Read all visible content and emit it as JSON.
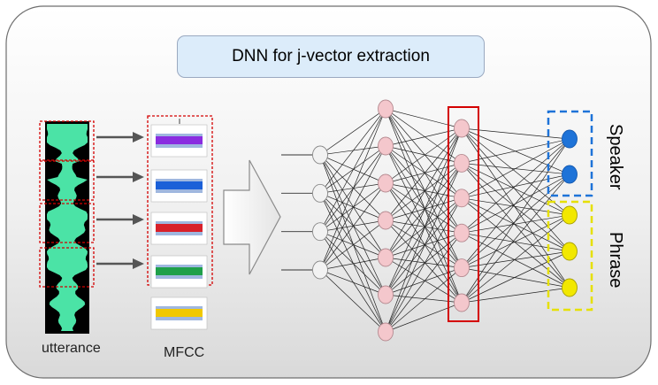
{
  "title": "DNN  for j-vector extraction",
  "labels": {
    "utterance": "utterance",
    "mfcc": "MFCC",
    "speaker": "Speaker",
    "phrase": "Phrase"
  },
  "colors": {
    "waveform": "#4be3a6",
    "input_node": "#f2f2f2",
    "hidden_node": "#f4c7cc",
    "speaker_node": "#1e73d8",
    "phrase_node": "#f2e800",
    "frame_box": "#d40000",
    "speaker_box": "#1e73d8",
    "phrase_box": "#e6e000",
    "jvector_box": "#d40000"
  },
  "mfcc_bands": [
    "#8a2ce0",
    "#1b60d8",
    "#d8202a",
    "#1fa04a",
    "#f0c800"
  ],
  "network": {
    "input_nodes": 4,
    "hidden1_nodes": 7,
    "hidden2_nodes": 6,
    "speaker_outputs": 2,
    "phrase_outputs": 3
  }
}
